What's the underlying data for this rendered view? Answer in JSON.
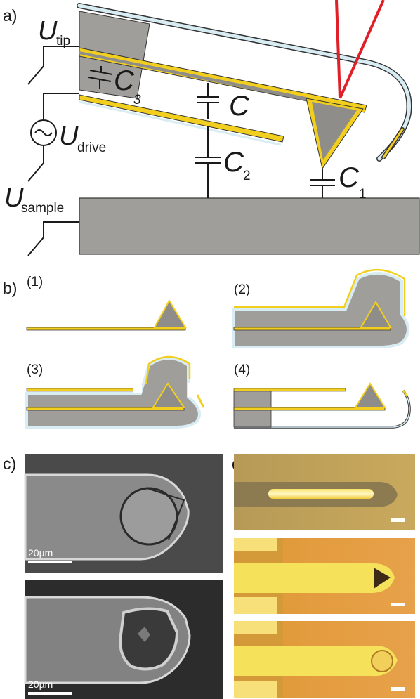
{
  "panels": {
    "a": "a)",
    "b": "b)",
    "c": "c)",
    "d": "d)"
  },
  "voltages": {
    "tip": {
      "symbol": "U",
      "subscript": "tip"
    },
    "drive": {
      "symbol": "U",
      "subscript": "drive"
    },
    "sample": {
      "symbol": "U",
      "subscript": "sample"
    }
  },
  "capacitors": {
    "c3": {
      "symbol": "C",
      "subscript": "3"
    },
    "c": {
      "symbol": "C",
      "subscript": ""
    },
    "c2": {
      "symbol": "C",
      "subscript": "2"
    },
    "c1": {
      "symbol": "C",
      "subscript": "1"
    }
  },
  "steps": [
    "(1)",
    "(2)",
    "(3)",
    "(4)"
  ],
  "sem": {
    "scalebar_top": "20µm",
    "scalebar_bottom": "20µm"
  },
  "colors": {
    "gray": "#a09e9b",
    "gold": "#f2cf1f",
    "ice": "#d8ecf3",
    "laser": "#e01f28",
    "line": "#1a1a1a"
  }
}
